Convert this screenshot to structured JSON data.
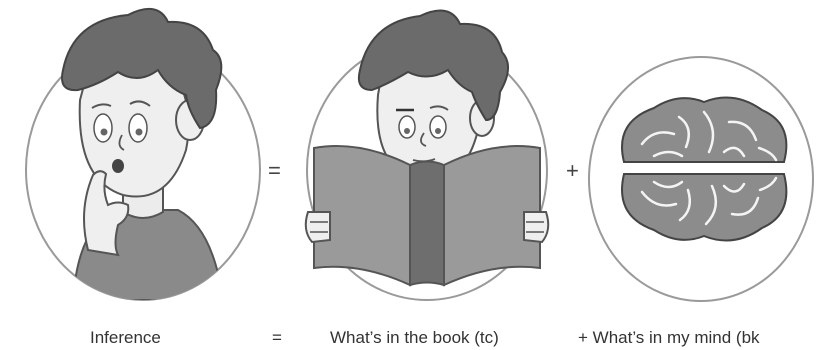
{
  "equation": {
    "equals_symbol": "=",
    "plus_symbol": "+"
  },
  "captions": {
    "left": "Inference",
    "equals": "=",
    "middle": "What’s in the book (tc)",
    "right": "+ What’s in my mind (bk"
  },
  "icons": {
    "thinking_boy": "thinking-boy-icon",
    "reading_boy": "reading-boy-icon",
    "brain": "brain-icon"
  }
}
